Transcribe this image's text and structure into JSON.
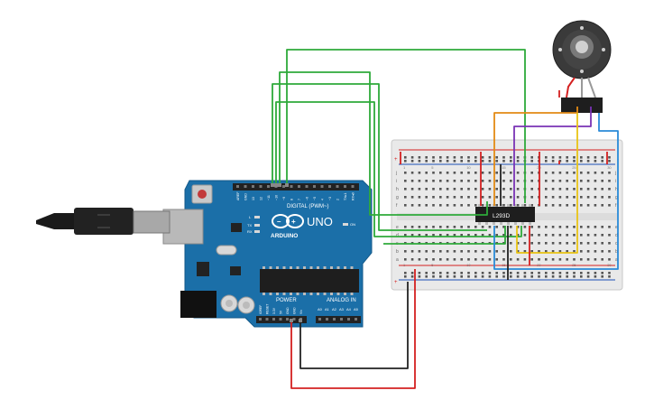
{
  "board": {
    "name": "UNO",
    "brand": "ARDUINO",
    "digital_header": "DIGITAL (PWM~)",
    "digital_pins": [
      "AREF",
      "GND",
      "13",
      "12",
      "~11",
      "~10",
      "~9",
      "8",
      "7",
      "~6",
      "~5",
      "4",
      "~3",
      "2",
      "TX▸1",
      "RX◂0"
    ],
    "power_label": "POWER",
    "power_pins": [
      "IOREF",
      "RESET",
      "3.3V",
      "5V",
      "GND",
      "GND",
      "Vin"
    ],
    "analog_label": "ANALOG IN",
    "analog_pins": [
      "A0",
      "A1",
      "A2",
      "A3",
      "A4",
      "A5"
    ],
    "tx_label": "TX",
    "rx_label": "RX",
    "on_label": "ON",
    "l_label": "L"
  },
  "chip": {
    "label": "L293D"
  },
  "breadboard": {
    "rows_top": [
      "j",
      "i",
      "h",
      "g",
      "f"
    ],
    "rows_bottom": [
      "e",
      "d",
      "c",
      "b",
      "a"
    ],
    "col_numbers": [
      "1",
      "",
      "",
      "",
      "5",
      "",
      "",
      "",
      "",
      "10",
      "",
      "",
      "",
      "",
      "15",
      "",
      "",
      "",
      "",
      "20",
      "",
      "",
      "",
      "",
      "25",
      "",
      "",
      "",
      "",
      "30"
    ],
    "plus": "+",
    "minus": "-"
  },
  "colors": {
    "board": "#1b6fa8",
    "wire_green": "#2eaa3a",
    "wire_red": "#d42020",
    "wire_black": "#222222",
    "wire_orange": "#e38a14",
    "wire_purple": "#7a33b5",
    "wire_yellow": "#e9c414",
    "wire_blue": "#2a8ad8"
  }
}
